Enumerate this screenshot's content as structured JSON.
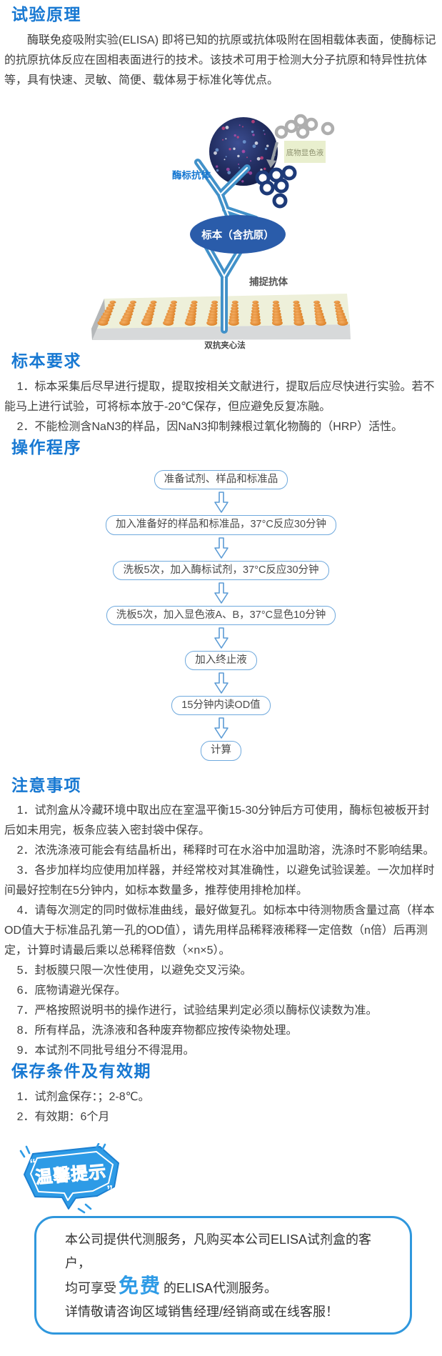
{
  "colors": {
    "heading_blue": "#1778d2",
    "body_text": "#3f3f3f",
    "flow_border_blue": "#6fa9dd",
    "antibody_blue": "#4191c9",
    "sample_ellipse_blue": "#2a5caa",
    "substrate_box_bg": "#e9efce",
    "well_orange": "#e08428",
    "badge_bubble_blue": "#2e9be6",
    "badge_text_orange": "#f6921e",
    "free_blue": "#2e9be6",
    "tip_box_border": "#2f97dd"
  },
  "principle": {
    "heading": "试验原理",
    "body": "酶联免疫吸附实验(ELISA) 即将已知的抗原或抗体吸附在固相载体表面，使酶标记的抗原抗体反应在固相表面进行的技术。该技术可用于检测大分子抗原和特异性抗体等，具有快速、灵敏、简便、载体易于标准化等优点。"
  },
  "diagram": {
    "labels": {
      "substrate_solution": "底物显色液",
      "enzyme_antibody": "酶标抗体",
      "sample": "标本（含抗原）",
      "capture_antibody": "捕捉抗体",
      "caption": "双抗夹心法"
    }
  },
  "specimen": {
    "heading": "标本要求",
    "items": [
      "1．标本采集后尽早进行提取，提取按相关文献进行，提取后应尽快进行实验。若不能马上进行试验，可将标本放于-20℃保存，但应避免反复冻融。",
      "2．不能检测含NaN3的样品，因NaN3抑制辣根过氧化物酶的（HRP）活性。"
    ]
  },
  "procedure": {
    "heading": "操作程序",
    "steps": [
      "准备试剂、样品和标准品",
      "加入准备好的样品和标准品，37°C反应30分钟",
      "洗板5次，加入酶标试剂，37°C反应30分钟",
      "洗板5次，加入显色液A、B，37°C显色10分钟",
      "加入终止液",
      "15分钟内读OD值",
      "计算"
    ]
  },
  "notes": {
    "heading": "注意事项",
    "items": [
      "1．试剂盒从冷藏环境中取出应在室温平衡15-30分钟后方可使用，酶标包被板开封后如未用完，板条应装入密封袋中保存。",
      "2．浓洗涤液可能会有结晶析出，稀释时可在水浴中加温助溶，洗涤时不影响结果。",
      "3．各步加样均应使用加样器，并经常校对其准确性，以避免试验误差。一次加样时间最好控制在5分钟内，如标本数量多，推荐使用排枪加样。",
      "4．请每次测定的同时做标准曲线，最好做复孔。如标本中待测物质含量过高（样本OD值大于标准品孔第一孔的OD值），请先用样品稀释液稀释一定倍数（n倍）后再测定，计算时请最后乘以总稀释倍数（×n×5）。",
      "5．封板膜只限一次性使用，以避免交叉污染。",
      "6．底物请避光保存。",
      "7．严格按照说明书的操作进行，试验结果判定必须以酶标仪读数为准。",
      "8．所有样品，洗涤液和各种废弃物都应按传染物处理。",
      "9．本试剂不同批号组分不得混用。"
    ]
  },
  "storage": {
    "heading": "保存条件及有效期",
    "items": [
      "1．试剂盒保存：；2-8℃。",
      "2．有效期：6个月"
    ]
  },
  "tips": {
    "badge": "温馨提示",
    "open_quote": "“",
    "close_quote": "”",
    "box": {
      "line1": "本公司提供代测服务，凡购买本公司ELISA试剂盒的客户，",
      "line2_prefix": "均可享受",
      "free_label": "免费",
      "line2_suffix": "的ELISA代测服务。",
      "line3": "详情敬请咨询区域销售经理/经销商或在线客服！"
    }
  }
}
